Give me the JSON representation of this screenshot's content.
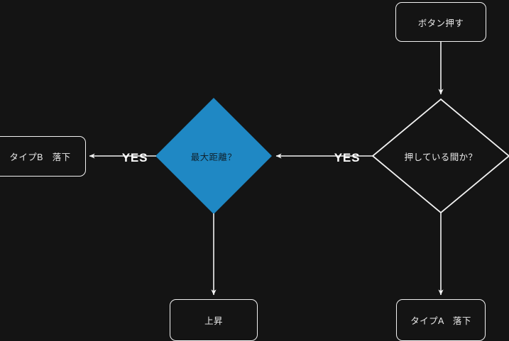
{
  "diagram": {
    "title": "button-press-flowchart",
    "background_color": "#141414",
    "stroke_color": "#f2f2f2",
    "accent_color": "#1f88c4",
    "text_color": "#eaeaea",
    "dark_text_color": "#10232f"
  },
  "nodes": {
    "start": {
      "label": "ボタン押す",
      "shape": "rounded-rect"
    },
    "decision_hold": {
      "label": "押している間か？",
      "shape": "diamond",
      "fill": "none"
    },
    "decision_distance": {
      "label": "最大距離？",
      "shape": "diamond",
      "fill": "#1f88c4"
    },
    "type_b_fall": {
      "label": "タイプB　落下",
      "shape": "rounded-rect"
    },
    "rise": {
      "label": "上昇",
      "shape": "rounded-rect"
    },
    "type_a_fall": {
      "label": "タイプA　落下",
      "shape": "rounded-rect"
    }
  },
  "edge_labels": {
    "hold_yes": "YES",
    "distance_yes": "YES"
  }
}
